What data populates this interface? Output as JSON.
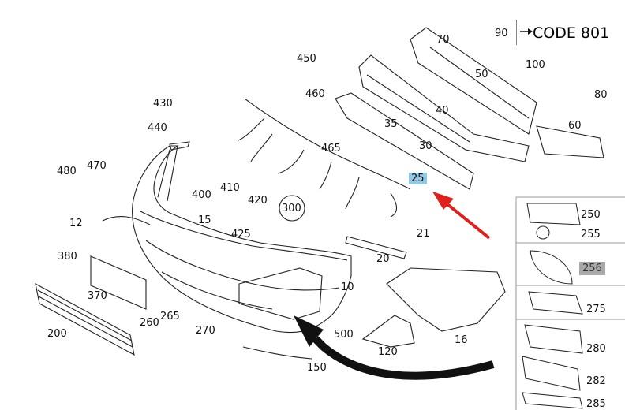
{
  "code_label": "CODE 801",
  "highlight_color": "#8fc9e6",
  "highlight_grey": "#a9a9a9",
  "arrow_color": "#e0201b",
  "part_labels": [
    {
      "id": "p90",
      "text": "90"
    },
    {
      "id": "p70",
      "text": "70"
    },
    {
      "id": "p50",
      "text": "50"
    },
    {
      "id": "p100",
      "text": "100"
    },
    {
      "id": "p80",
      "text": "80"
    },
    {
      "id": "p60",
      "text": "60"
    },
    {
      "id": "p40",
      "text": "40"
    },
    {
      "id": "p450",
      "text": "450"
    },
    {
      "id": "p460",
      "text": "460"
    },
    {
      "id": "p430",
      "text": "430"
    },
    {
      "id": "p440",
      "text": "440"
    },
    {
      "id": "p35",
      "text": "35"
    },
    {
      "id": "p30",
      "text": "30"
    },
    {
      "id": "p465",
      "text": "465"
    },
    {
      "id": "p480",
      "text": "480"
    },
    {
      "id": "p470",
      "text": "470"
    },
    {
      "id": "p400",
      "text": "400"
    },
    {
      "id": "p410",
      "text": "410"
    },
    {
      "id": "p420",
      "text": "420"
    },
    {
      "id": "p300",
      "text": "300"
    },
    {
      "id": "p12",
      "text": "12"
    },
    {
      "id": "p15",
      "text": "15"
    },
    {
      "id": "p425",
      "text": "425"
    },
    {
      "id": "p21",
      "text": "21"
    },
    {
      "id": "p20",
      "text": "20"
    },
    {
      "id": "p380",
      "text": "380"
    },
    {
      "id": "p370",
      "text": "370"
    },
    {
      "id": "p10",
      "text": "10"
    },
    {
      "id": "p200",
      "text": "200"
    },
    {
      "id": "p260",
      "text": "260"
    },
    {
      "id": "p265",
      "text": "265"
    },
    {
      "id": "p270",
      "text": "270"
    },
    {
      "id": "p500",
      "text": "500"
    },
    {
      "id": "p16",
      "text": "16"
    },
    {
      "id": "p120",
      "text": "120"
    },
    {
      "id": "p150",
      "text": "150"
    }
  ],
  "highlighted_part": "25",
  "side_panel": [
    {
      "id": "s250",
      "text": "250"
    },
    {
      "id": "s255",
      "text": "255"
    },
    {
      "id": "s256",
      "text": "256"
    },
    {
      "id": "s275",
      "text": "275"
    },
    {
      "id": "s280",
      "text": "280"
    },
    {
      "id": "s282",
      "text": "282"
    },
    {
      "id": "s285",
      "text": "285"
    }
  ]
}
